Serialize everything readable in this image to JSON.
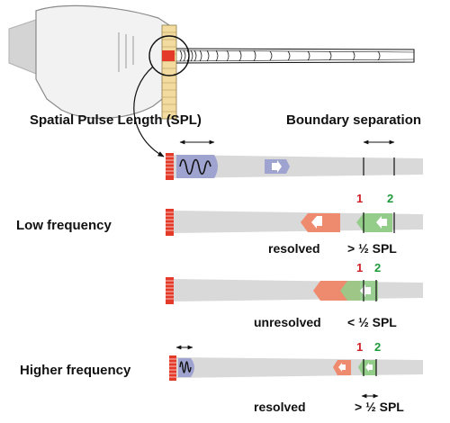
{
  "headings": {
    "spl": "Spatial Pulse Length (SPL)",
    "boundary": "Boundary separation"
  },
  "rows": {
    "low": {
      "label": "Low frequency",
      "result": "resolved",
      "condition": "> ½ SPL",
      "marker1": "1",
      "marker2": "2"
    },
    "unresolved": {
      "result": "unresolved",
      "condition": "< ½ SPL",
      "marker1": "1",
      "marker2": "2"
    },
    "high": {
      "label": "Higher frequency",
      "result": "resolved",
      "condition": "> ½ SPL",
      "marker1": "1",
      "marker2": "2"
    }
  },
  "colors": {
    "transducer_element": "#e43a2a",
    "transducer_housing": "#f3dba0",
    "beam": "#d9d9d9",
    "pulse_blue": "#9fa3cf",
    "echo_orange": "#ee8a6e",
    "echo_green": "#94cc8a",
    "marker_red": "#d21f27",
    "marker_green": "#1f9a3c"
  }
}
